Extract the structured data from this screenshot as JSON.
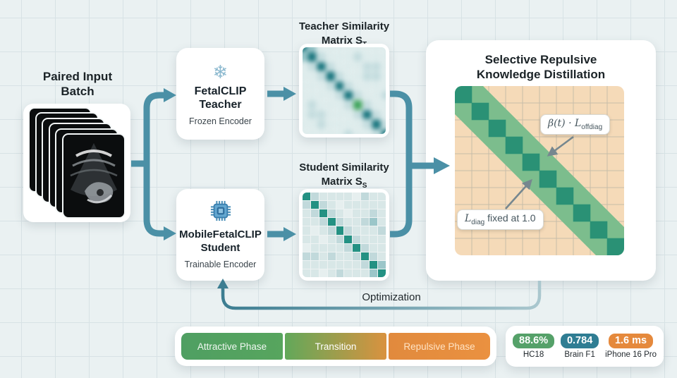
{
  "paired_input": {
    "label_line1": "Paired Input",
    "label_line2": "Batch",
    "stack_count": 6
  },
  "teacher_box": {
    "icon": "snowflake-icon",
    "title_line1": "FetalCLIP",
    "title_line2": "Teacher",
    "subtitle": "Frozen Encoder"
  },
  "student_box": {
    "icon": "chip-icon",
    "title_line1": "MobileFetalCLIP",
    "title_line2": "Student",
    "subtitle": "Trainable Encoder"
  },
  "teacher_matrix_label": {
    "line1": "Teacher Similarity",
    "prefix": "Matrix",
    "symbol": "S",
    "subscript": "T"
  },
  "student_matrix_label": {
    "line1": "Student Similarity",
    "prefix": "Matrix",
    "symbol": "S",
    "subscript": "S"
  },
  "kd_box": {
    "title_line1": "Selective Repulsive",
    "title_line2": "Knowledge Distillation",
    "offdiag_label": {
      "math": "β(t) · L",
      "subscript": "offdiag"
    },
    "diag_label": {
      "math": "L",
      "subscript": "diag",
      "text": " fixed at 1.0"
    }
  },
  "optimization_label": "Optimization",
  "phase_bar": {
    "segments": [
      {
        "label": "Attractive Phase",
        "color": "#4f9f62"
      },
      {
        "label": "Transition",
        "color": "#9aa04c"
      },
      {
        "label": "Repulsive Phase",
        "color": "#e58b3d"
      }
    ]
  },
  "stats": {
    "items": [
      {
        "value": "88.6%",
        "label": "HC18",
        "color": "#55a169"
      },
      {
        "value": "0.784",
        "label": "Brain F1",
        "color": "#2f7d93"
      },
      {
        "value": "1.6 ms",
        "label": "iPhone 16 Pro",
        "color": "#e5893c"
      }
    ]
  },
  "colors": {
    "background": "#eaf1f2",
    "grid_line": "#d7e2e5",
    "arrow_teal": "#4b90a6",
    "optimization_gradient_start": "#3c7d91",
    "optimization_gradient_end": "#aac7ce",
    "annotation_gray": "#76878f",
    "kd_cell_bg": "#f5dab8",
    "kd_grid": "#c7bda9",
    "kd_band": "#7cbd8d",
    "kd_diag": "#2a9175"
  },
  "student_matrix": {
    "size": 10,
    "palette": {
      "0": "#e6efef",
      "1": "#d8e7e7",
      "2": "#c1d9db",
      "3": "#9bc6c9",
      "4": "#239183"
    },
    "cells": [
      [
        4,
        2,
        1,
        1,
        1,
        1,
        0,
        2,
        1,
        1
      ],
      [
        2,
        4,
        2,
        1,
        0,
        1,
        1,
        1,
        1,
        1
      ],
      [
        1,
        2,
        4,
        2,
        1,
        0,
        1,
        1,
        2,
        1
      ],
      [
        1,
        1,
        2,
        4,
        2,
        1,
        1,
        2,
        3,
        1
      ],
      [
        1,
        0,
        1,
        2,
        4,
        2,
        1,
        1,
        1,
        2
      ],
      [
        1,
        1,
        0,
        1,
        2,
        4,
        2,
        1,
        1,
        1
      ],
      [
        0,
        1,
        1,
        1,
        1,
        2,
        4,
        2,
        1,
        1
      ],
      [
        2,
        2,
        1,
        2,
        1,
        1,
        2,
        4,
        2,
        1
      ],
      [
        1,
        1,
        1,
        1,
        1,
        1,
        1,
        2,
        4,
        3
      ],
      [
        1,
        1,
        0,
        1,
        2,
        1,
        1,
        1,
        3,
        4
      ]
    ]
  },
  "teacher_matrix": {
    "size": 10,
    "palette": {
      "0": "#e9f1f1",
      "1": "#dcebeb",
      "2": "#c3dcde",
      "3": "#8fc0c4",
      "4": "#15737c",
      "5": "#3aa258"
    },
    "cells": [
      [
        4,
        3,
        1,
        1,
        1,
        1,
        1,
        1,
        1,
        1
      ],
      [
        3,
        4,
        2,
        1,
        1,
        1,
        2,
        1,
        1,
        1
      ],
      [
        1,
        2,
        4,
        2,
        1,
        1,
        1,
        2,
        2,
        1
      ],
      [
        1,
        1,
        2,
        4,
        2,
        1,
        1,
        2,
        2,
        1
      ],
      [
        1,
        1,
        1,
        2,
        4,
        2,
        1,
        1,
        1,
        1
      ],
      [
        1,
        1,
        1,
        1,
        2,
        4,
        2,
        1,
        1,
        2
      ],
      [
        1,
        2,
        1,
        1,
        1,
        2,
        5,
        2,
        1,
        1
      ],
      [
        1,
        2,
        2,
        1,
        1,
        1,
        2,
        4,
        2,
        1
      ],
      [
        1,
        1,
        2,
        1,
        1,
        1,
        1,
        2,
        4,
        2
      ],
      [
        1,
        1,
        1,
        1,
        1,
        2,
        1,
        1,
        2,
        4
      ]
    ]
  },
  "kd_matrix": {
    "size": 10
  }
}
